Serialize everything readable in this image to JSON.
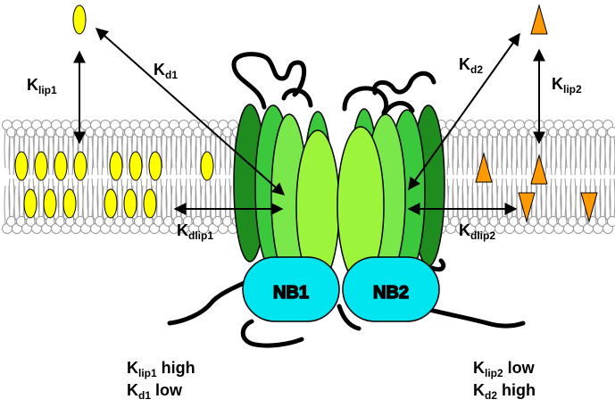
{
  "labels": {
    "klip1": {
      "main": "K",
      "sub": "lip1"
    },
    "kd1": {
      "main": "K",
      "sub": "d1"
    },
    "kdlip1": {
      "main": "K",
      "sub": "dlip1"
    },
    "kd2": {
      "main": "K",
      "sub": "d2"
    },
    "klip2": {
      "main": "K",
      "sub": "lip2"
    },
    "kdlip2": {
      "main": "K",
      "sub": "dlip2"
    },
    "nb1": "NB1",
    "nb2": "NB2"
  },
  "captions": {
    "left": [
      {
        "main": "K",
        "sub": "lip1",
        "tail": " high"
      },
      {
        "main": "K",
        "sub": "d1",
        "tail": " low"
      }
    ],
    "right": [
      {
        "main": "K",
        "sub": "lip2",
        "tail": " low"
      },
      {
        "main": "K",
        "sub": "d2",
        "tail": " high"
      }
    ]
  },
  "colors": {
    "ligand1": "#ffff00",
    "ligand2": "#ff9900",
    "nbd": "#00e5f0",
    "helix_dark": "#1e8c1e",
    "helix_mid": "#3cc83c",
    "helix_light": "#7ae84a",
    "helix_lime": "#9cf53a",
    "membrane": "#9a9a9a"
  }
}
